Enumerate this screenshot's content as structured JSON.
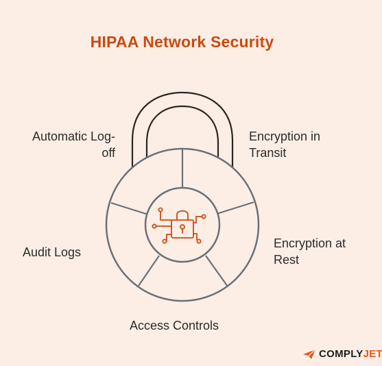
{
  "title": "HIPAA Network Security",
  "labels": {
    "automatic_logoff": "Automatic Log-\noff",
    "encryption_transit": "Encryption in\nTransit",
    "encryption_rest": "Encryption at\nRest",
    "audit_logs": "Audit Logs",
    "access_controls": "Access Controls"
  },
  "brand": {
    "name_part1": "COMPLY",
    "name_part2": "JET",
    "icon": "paper-plane-icon"
  },
  "center_icon": "padlock-circuit-icon",
  "colors": {
    "background": "#fceee4",
    "accent": "#c94a12",
    "outline": "#6b6f78",
    "shackle": "#2a2522"
  }
}
